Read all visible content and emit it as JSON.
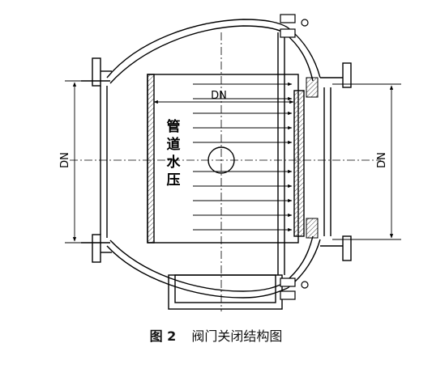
{
  "labels": {
    "dn_top": "DN",
    "dn_left": "DN",
    "dn_right": "DN",
    "water_pressure": [
      "管",
      "道",
      "水",
      "压"
    ]
  },
  "caption": {
    "number": "图 2",
    "text": "阀门关闭结构图"
  },
  "icons": {
    "bolt": "bolt-icon",
    "arrow": "arrow-icon"
  },
  "colors": {
    "line": "#000000",
    "hatch": "#555555",
    "background": "#ffffff"
  }
}
